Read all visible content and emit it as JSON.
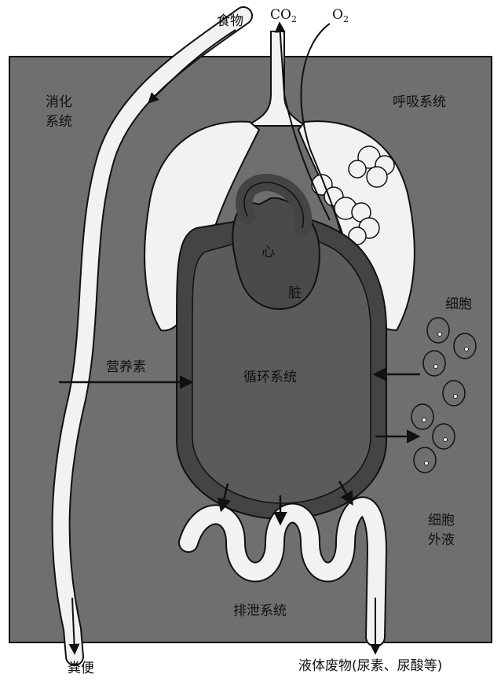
{
  "labels": {
    "food": "食物",
    "co2_main": "CO",
    "co2_sub": "2",
    "o2_main": "O",
    "o2_sub": "2",
    "digestive_line1": "消化",
    "digestive_line2": "系统",
    "respiratory": "呼吸系统",
    "heart_char1": "心",
    "heart_char2": "脏",
    "cells": "细胞",
    "nutrients": "营养素",
    "circulatory": "循环系统",
    "ecf_line1": "细胞",
    "ecf_line2": "外液",
    "excretory": "排泄系统",
    "feces": "粪便",
    "liquid_waste": "液体废物(尿素、尿酸等)"
  },
  "colors": {
    "body_gray": "#6f6f6f",
    "circulation_fill": "#5b5b5b",
    "vessel_dark": "#444444",
    "organ_white": "#f2f2f2",
    "outline": "#111111"
  }
}
